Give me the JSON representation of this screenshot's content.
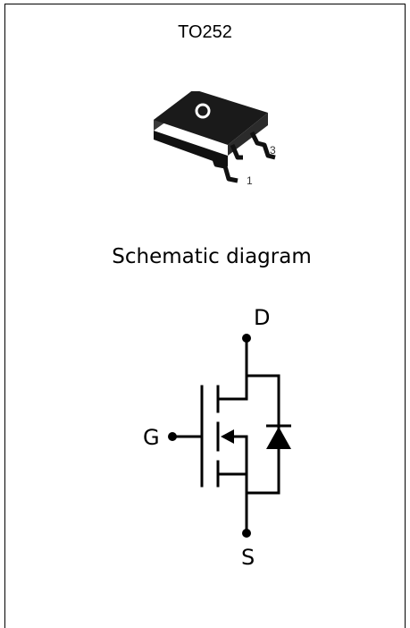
{
  "package": {
    "title": "TO252",
    "pins": [
      "1",
      "3"
    ]
  },
  "schematic": {
    "title": "Schematic diagram",
    "pins": {
      "drain": "D",
      "gate": "G",
      "source": "S"
    }
  }
}
